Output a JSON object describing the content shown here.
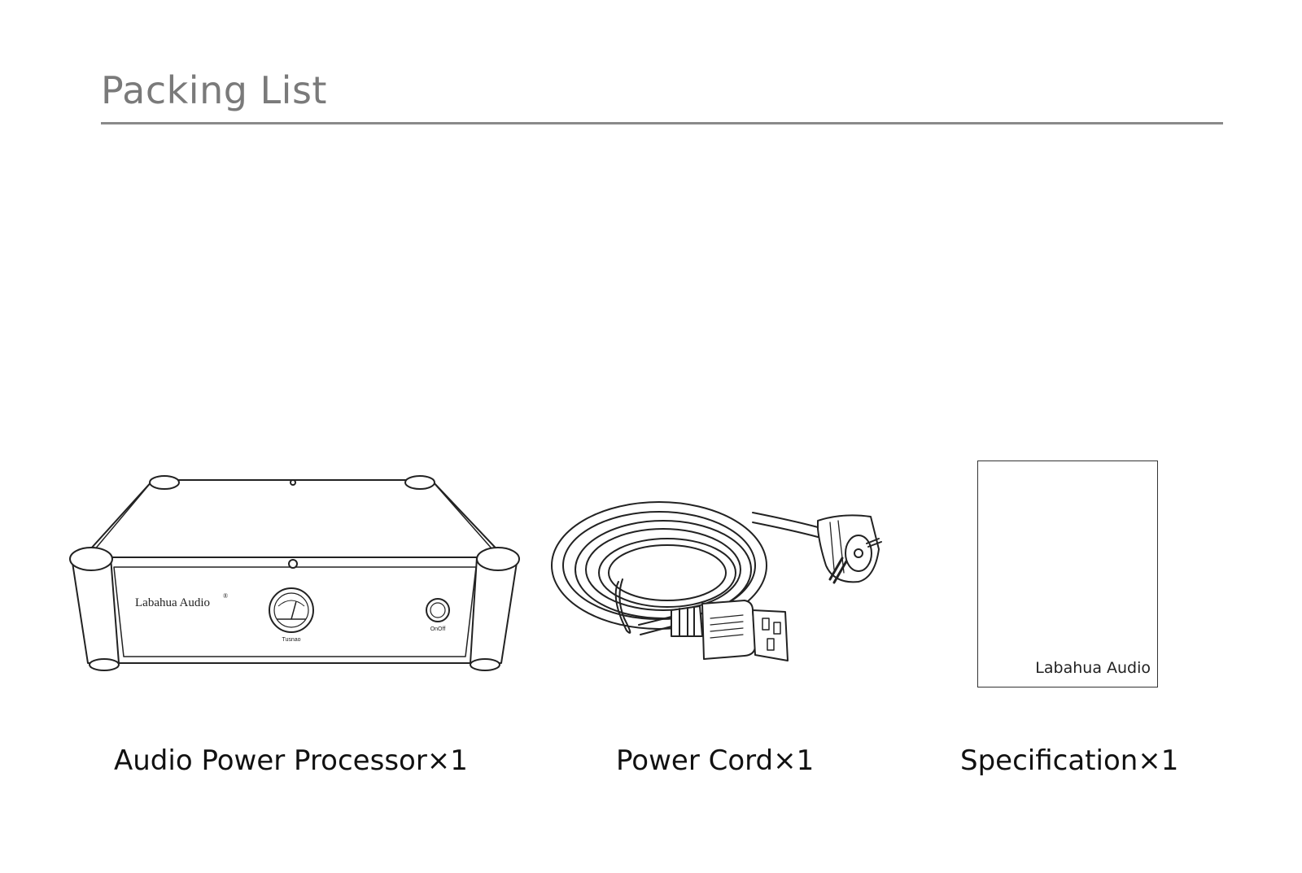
{
  "header": {
    "title": "Packing List"
  },
  "items": [
    {
      "caption": "Audio Power Processor×1",
      "brand": "Labahua Audio",
      "registered": "®",
      "meter_label": "Tusnao",
      "button_label": "OnOff",
      "icon": "power-processor-illustration"
    },
    {
      "caption": "Power Cord×1",
      "icon": "power-cord-illustration"
    },
    {
      "caption": "Specification×1",
      "brand": "Labahua Audio",
      "icon": "manual-booklet-illustration"
    }
  ],
  "colors": {
    "title": "#7a7a7a",
    "rule": "#8a8a8a",
    "caption": "#111111",
    "line_art": "#222222"
  }
}
